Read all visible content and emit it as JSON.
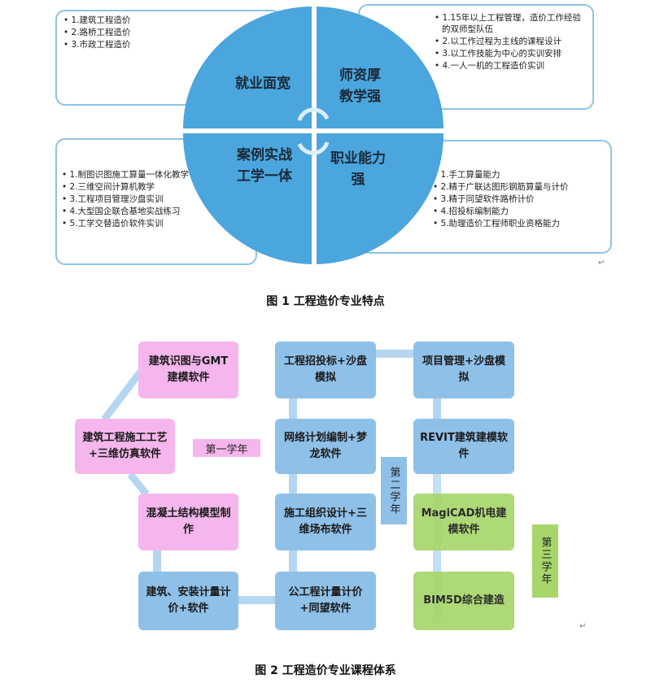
{
  "figure1": {
    "quadrants": [
      "就业面宽",
      "师资厚\n教学强",
      "案例实战\n工学一体",
      "职业能力\n强"
    ],
    "top_left": [
      "1.建筑工程造价",
      "2.路桥工程造价",
      "3.市政工程造价"
    ],
    "top_right": [
      "1.15年以上工程管理，造价工作经验的双师型队伍",
      "2.以工作过程为主线的课程设计",
      "3.以工作技能为中心的实训安排",
      "4.一人一机的工程造价实训"
    ],
    "bottom_left": [
      "1.制图识图施工算量一体化教学",
      "2.三维空间计算机教学",
      "3.工程项目管理沙盘实训",
      "4.大型国企联合基地实战练习",
      "5.工学交替造价软件实训"
    ],
    "bottom_right": [
      "1.手工算量能力",
      "2.精于广联达图形钢筋算量与计价",
      "3.精于同望软件路桥计价",
      "4.招投标编制能力",
      "5.助理造价工程师职业资格能力"
    ],
    "colors": {
      "quadrant": "#4aa6dc",
      "border": "#8ec3e6"
    },
    "caption": "图 1 工程造价专业特点"
  },
  "figure2": {
    "year1": {
      "label": "第一学年",
      "boxes": [
        "建筑识图与GMT建模软件",
        "建筑工程施工工艺+三维仿真软件",
        "混凝土结构模型制作"
      ]
    },
    "year2": {
      "label": "第二学年",
      "boxes": [
        "建筑、安装计量计价+软件",
        "工程招投标+沙盘模拟",
        "网络计划编制+梦龙软件",
        "施工组织设计+三维场布软件",
        "公工程计量计价+同望软件"
      ]
    },
    "year3": {
      "label": "第三学年",
      "boxes": [
        "项目管理+沙盘模拟",
        "REVIT建筑建模软件",
        "MagiCAD机电建模软件",
        "BIM5D综合建造"
      ]
    },
    "colors": {
      "pink": "#f4b6ec",
      "blue": "#8fc0e8",
      "green": "#a7d66b",
      "connector": "#b5d6f0"
    },
    "caption": "图 2 工程造价专业课程体系"
  },
  "return_mark": "↵"
}
